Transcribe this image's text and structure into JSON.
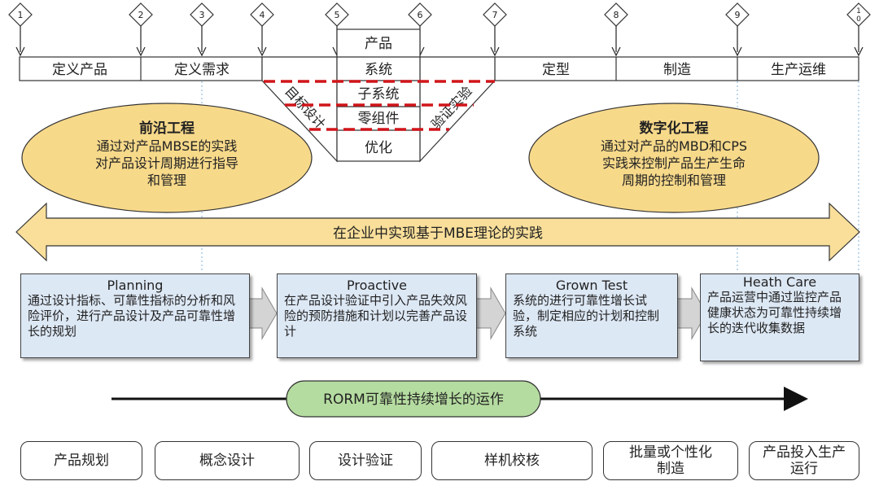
{
  "markers": [
    "1",
    "2",
    "3",
    "4",
    "5",
    "6",
    "7",
    "8",
    "9",
    "10"
  ],
  "timeline": {
    "left": [
      "定义产品",
      "定义需求"
    ],
    "right": [
      "定型",
      "制造",
      "生产运维"
    ],
    "v_stack": [
      "产品",
      "系统",
      "子系统",
      "零组件",
      "优化"
    ],
    "v_left_label": "目标设计",
    "v_right_label": "验证实验"
  },
  "ellipses": {
    "left": {
      "title": "前沿工程",
      "lines": [
        "通过对产品MBSE的实践",
        "对产品设计周期进行指导",
        "和管理"
      ]
    },
    "right": {
      "title": "数字化工程",
      "lines": [
        "通过对产品的MBD和CPS",
        "实践来控制产品生产生命",
        "周期的控制和管理"
      ]
    }
  },
  "banner": "在企业中实现基于MBE理论的实践",
  "stages": [
    {
      "title": "Planning",
      "body": "通过设计指标、可靠性指标的分析和风险评价，进行产品设计及产品可靠性增长的规划"
    },
    {
      "title": "Proactive",
      "body": "在产品设计验证中引入产品失效风险的预防措施和计划以完善产品设计"
    },
    {
      "title": "Grown Test",
      "body": "系统的进行可靠性增长试验，制定相应的计划和控制系统"
    },
    {
      "title": "Heath Care",
      "body": "产品运营中通过监控产品健康状态为可靠性持续增长的迭代收集数据"
    }
  ],
  "rorm": "RORM可靠性持续增长的运作",
  "phases": [
    "产品规划",
    "概念设计",
    "设计验证",
    "样机校核",
    "批量或个性化制造",
    "产品投入生产运行"
  ],
  "colors": {
    "ellipse": "#f7d98a",
    "banner": "#f9df9a",
    "stage": "#dde8f5",
    "rorm": "#b5dca0",
    "dash": "#d0151a"
  }
}
